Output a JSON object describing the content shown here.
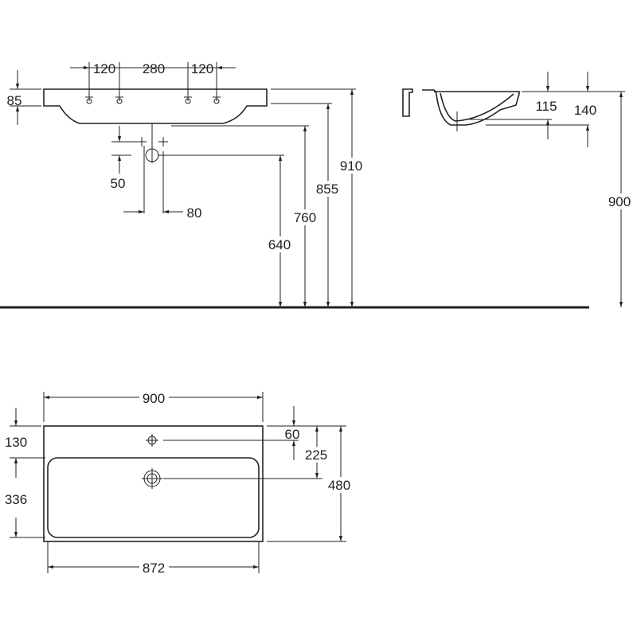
{
  "front_view": {
    "tap_spacing": [
      "120",
      "280",
      "120"
    ],
    "rim_height": "85",
    "drain_offset_vertical": "50",
    "drain_offset_horizontal": "80",
    "heights": [
      "640",
      "760",
      "855",
      "910"
    ]
  },
  "side_view": {
    "depth_inner": "115",
    "depth_outer": "140",
    "total_height": "900"
  },
  "plan_view": {
    "width_outer": "900",
    "width_inner": "872",
    "rim_depth": "130",
    "basin_depth": "336",
    "tap_hole_offset": "60",
    "drain_offset": "225",
    "total_depth": "480"
  }
}
